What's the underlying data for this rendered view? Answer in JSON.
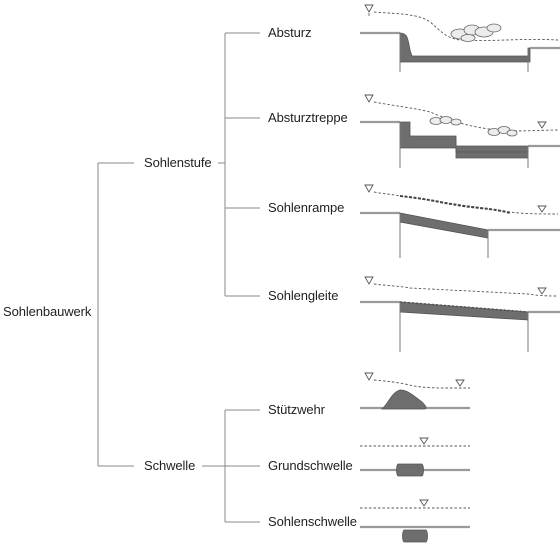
{
  "root": {
    "label": "Sohlenbauwerk"
  },
  "branches": [
    {
      "label": "Sohlenstufe",
      "children": [
        {
          "label": "Absturz",
          "sketch": "absturz-sketch"
        },
        {
          "label": "Absturztreppe",
          "sketch": "absturztreppe-sketch"
        },
        {
          "label": "Sohlenrampe",
          "sketch": "sohlenrampe-sketch"
        },
        {
          "label": "Sohlengleite",
          "sketch": "sohlengleite-sketch"
        }
      ]
    },
    {
      "label": "Schwelle",
      "children": [
        {
          "label": "Stützwehr",
          "sketch": "stuetzwehr-sketch"
        },
        {
          "label": "Grundschwelle",
          "sketch": "grundschwelle-sketch"
        },
        {
          "label": "Sohlenschwelle",
          "sketch": "sohlenschwelle-sketch"
        }
      ]
    }
  ],
  "colors": {
    "line": "#8a8a8a",
    "structure": "#6e6e6e",
    "bed": "#9a9a9a",
    "text": "#222222"
  },
  "icons": [
    "water-level-triangle-icon",
    "riprap-stones-icon"
  ]
}
